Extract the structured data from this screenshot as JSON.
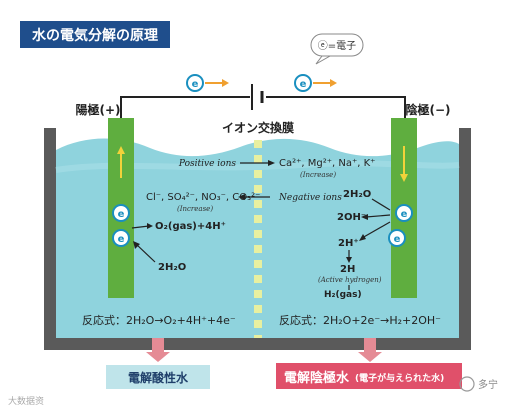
{
  "title": "水の電気分解の原理",
  "electron_bubble": "ⓔ=電子",
  "electron_symbol": "e",
  "electron_sup": "-",
  "anode_label": "陽極(+)",
  "cathode_label": "陰極(−)",
  "membrane_label": "イオン交換膜",
  "positive_ions_label": "Positive ions",
  "positive_ions_formula": "Ca²⁺, Mg²⁺, Na⁺, K⁺",
  "positive_ions_note": "(Increase)",
  "negative_ions_label": "Negative ions",
  "negative_ions_formula": "Cl⁻, SO₄²⁻, NO₃⁻, CO₃²⁻",
  "negative_ions_note": "(Increase)",
  "anode_products": "O₂(gas)+4H⁺",
  "anode_reactant": "2H₂O",
  "cathode_reactant": "2H₂O",
  "cathode_oh": "2OH⁻",
  "cathode_h_plus": "2H⁺",
  "cathode_h": "2H",
  "cathode_h_note": "(Active hydrogen)",
  "cathode_h2": "H₂(gas)",
  "anode_reaction": "反応式：2H₂O→O₂+4H⁺+4e⁻",
  "cathode_reaction": "反応式：2H₂O+2e⁻→H₂+2OH⁻",
  "acid_water_label": "電解酸性水",
  "alkaline_water_label": "電解陰極水",
  "alkaline_water_note": "(電子が与えられた水)",
  "watermark_left": "大数据资",
  "watermark_right": "多宁",
  "colors": {
    "title_bg": "#1f4e8c",
    "water": "#8fd3dd",
    "electrode": "#5fae3f",
    "tank": "#5a5a5a",
    "membrane": "#e8f0a0",
    "arrow_orange": "#f0a030",
    "arrow_pink": "#e58b95",
    "alkaline_bg": "#e0506a",
    "acid_bg": "#bfe4ea",
    "electron": "#1a8fbf"
  }
}
